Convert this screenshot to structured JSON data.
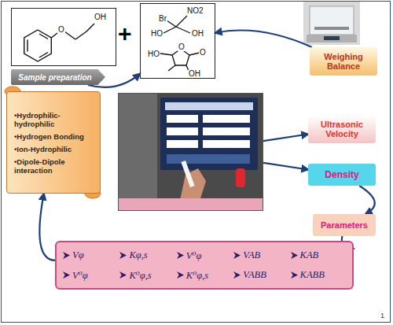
{
  "diagram": {
    "nodes": [
      {
        "text": [
          "O",
          "OH"
        ]
      },
      {
        "text": [
          "Sample preparation"
        ]
      },
      {
        "text": [
          "HO",
          "Br",
          "NO2",
          "OH",
          "HO",
          "O",
          "O",
          "OH"
        ]
      },
      {
        "text": [
          "Weighing Balance"
        ]
      },
      {
        "text": []
      },
      {
        "text": [
          "Ultrasonic Velocity"
        ]
      },
      {
        "text": [
          "Density"
        ]
      },
      {
        "text": [
          "Parameters"
        ]
      },
      {
        "text": [
          "Vφ",
          "Kφ,s",
          "V⁰φ",
          "VAB",
          "KAB",
          "V⁰φ",
          "K⁰φ,s",
          "K⁰φ,s",
          "VABB",
          "KABB"
        ]
      },
      {
        "text": [
          "•Hydrophilic-hydrophilic",
          "•Hydrogen Bonding",
          "•Ion-Hydrophilic",
          "•Dipole-Dipole interaction"
        ]
      }
    ],
    "edges": [
      {
        "from": 1,
        "to": 2,
        "arrow": "to"
      },
      {
        "from": 3,
        "to": 2,
        "arrow": "to"
      },
      {
        "from": 4,
        "to": 5,
        "arrow": "to"
      },
      {
        "from": 4,
        "to": 6,
        "arrow": "to"
      },
      {
        "from": 6,
        "to": 7,
        "arrow": "to"
      },
      {
        "from": 7,
        "to": 8,
        "arrow": "to"
      },
      {
        "from": 8,
        "to": 9,
        "arrow": "to"
      }
    ],
    "labels": [
      "+",
      "1"
    ]
  }
}
